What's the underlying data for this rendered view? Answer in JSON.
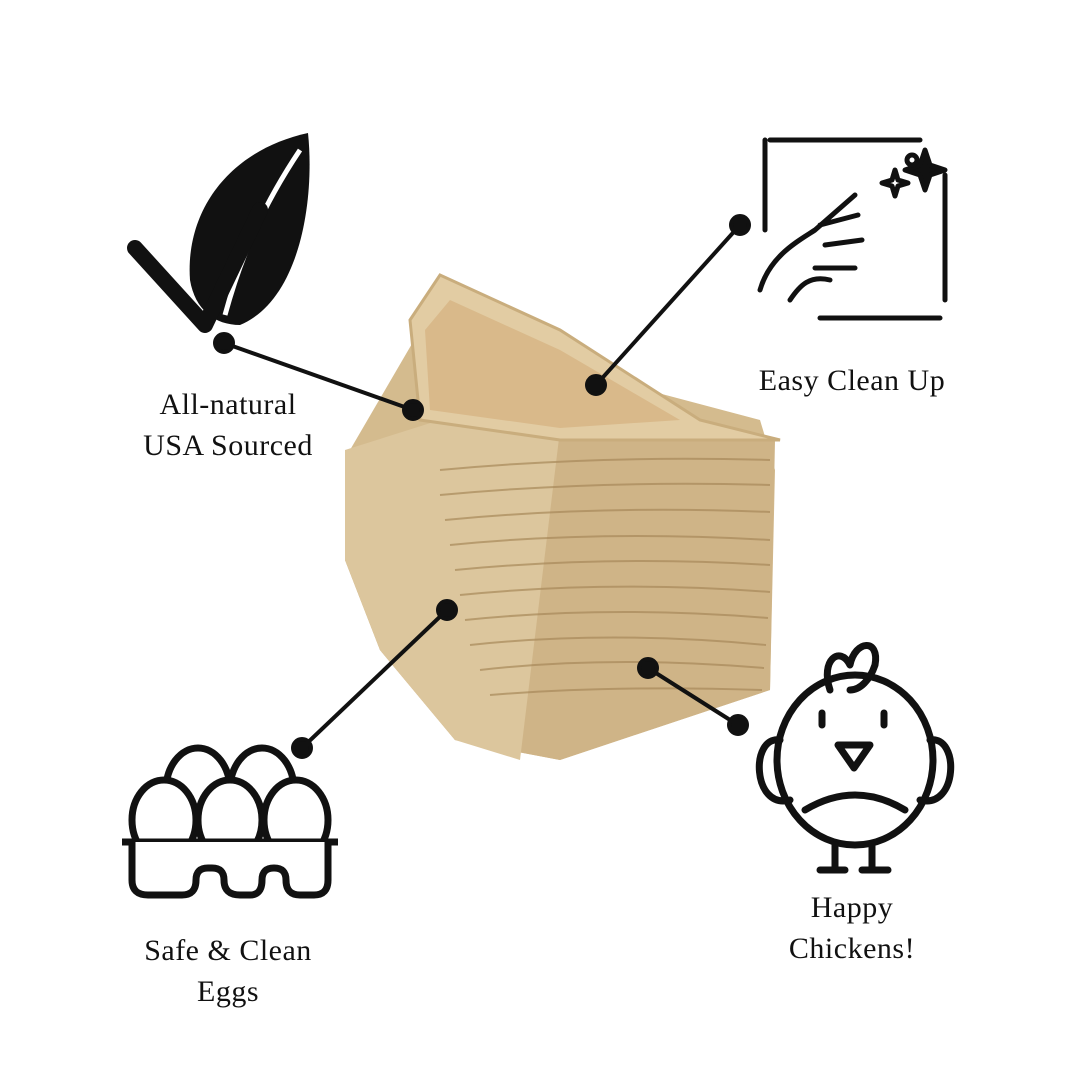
{
  "features": [
    {
      "line1": "All-natural",
      "line2": "USA Sourced",
      "icon": "leaf-check-icon"
    },
    {
      "line1": "Easy Clean Up",
      "line2": "",
      "icon": "hand-wipe-icon"
    },
    {
      "line1": "Safe & Clean",
      "line2": "Eggs",
      "icon": "egg-carton-icon"
    },
    {
      "line1": "Happy",
      "line2": "Chickens!",
      "icon": "chicken-icon"
    }
  ],
  "colors": {
    "ink": "#111111",
    "pad_light": "#e3cfa8",
    "pad_mid": "#d2b88a",
    "pad_dark": "#b89a6a"
  }
}
